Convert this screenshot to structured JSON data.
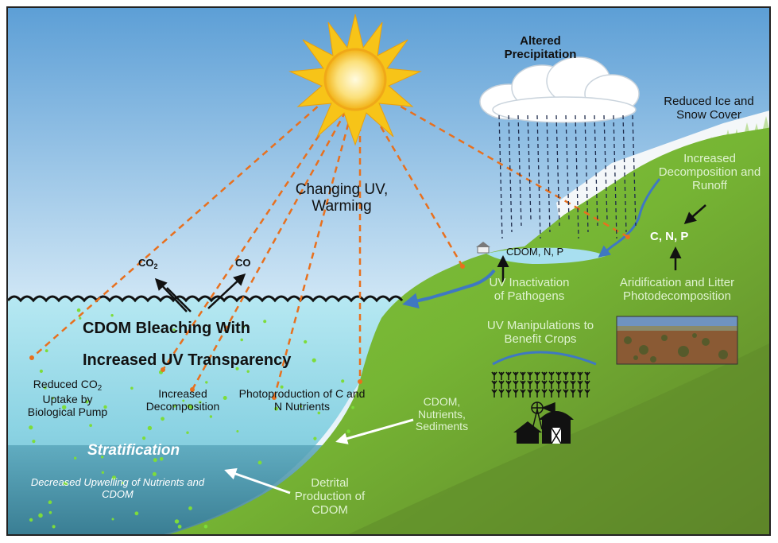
{
  "labels": {
    "altered_precipitation": "Altered Precipitation",
    "reduced_ice": "Reduced Ice and Snow Cover",
    "increased_decomp_runoff": "Increased Decomposition and Runoff",
    "cnp": "C, N, P",
    "changing_uv": "Changing UV, Warming",
    "co2_prefix": "CO",
    "co2_sub": "2",
    "co": "CO",
    "cdom_n_p": "CDOM, N, P",
    "uv_inactivation": "UV Inactivation of Pathogens",
    "aridification": "Aridification and Litter Photodecomposition",
    "cdom_bleaching_line1": "CDOM Bleaching With",
    "cdom_bleaching_line2": "Increased UV Transparency",
    "uv_manipulations": "UV Manipulations to Benefit Crops",
    "reduced_co2_line1": "Reduced CO",
    "reduced_co2_sub": "2",
    "reduced_co2_line2": "Uptake by",
    "reduced_co2_line3": "Biological Pump",
    "increased_decomposition": "Increased Decomposition",
    "photoproduction": "Photoproduction of C and N Nutrients",
    "cdom_nutrients_sediments": "CDOM, Nutrients, Sediments",
    "stratification": "Stratification",
    "decreased_upwelling": "Decreased Upwelling of Nutrients and CDOM",
    "detrital_production": "Detrital Production of CDOM"
  },
  "colors": {
    "sky_top": "#5d9fd6",
    "sky_bottom": "#ffffff",
    "water": "#8fd6e6",
    "deep_water": "#4f98ad",
    "land_green": "#7ec23a",
    "land_dark": "#6a8b2c",
    "ray_orange": "#e8701e",
    "river_blue": "#3f78c2",
    "sun_yellow": "#f6c21c"
  },
  "icons": [
    "sun-icon",
    "cloud-icon",
    "rain-icon",
    "wave-icon",
    "house-icon",
    "crops-icon",
    "farm-icon",
    "windmill-icon",
    "desert-photo"
  ]
}
